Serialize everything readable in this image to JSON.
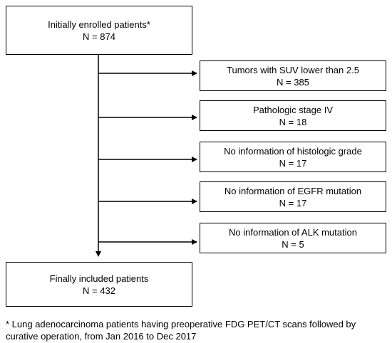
{
  "start": {
    "title": "Initially enrolled patients*",
    "count": "N = 874"
  },
  "exclusions": [
    {
      "title": "Tumors with SUV lower than 2.5",
      "count": "N = 385"
    },
    {
      "title": "Pathologic stage IV",
      "count": "N = 18"
    },
    {
      "title": "No information of histologic grade",
      "count": "N = 17"
    },
    {
      "title": "No information of EGFR mutation",
      "count": "N = 17"
    },
    {
      "title": "No information of ALK mutation",
      "count": "N = 5"
    }
  ],
  "final": {
    "title": "Finally included patients",
    "count": "N = 432"
  },
  "footnote": "* Lung adenocarcinoma patients having preoperative FDG PET/CT scans followed by curative operation, from Jan 2016 to Dec 2017"
}
